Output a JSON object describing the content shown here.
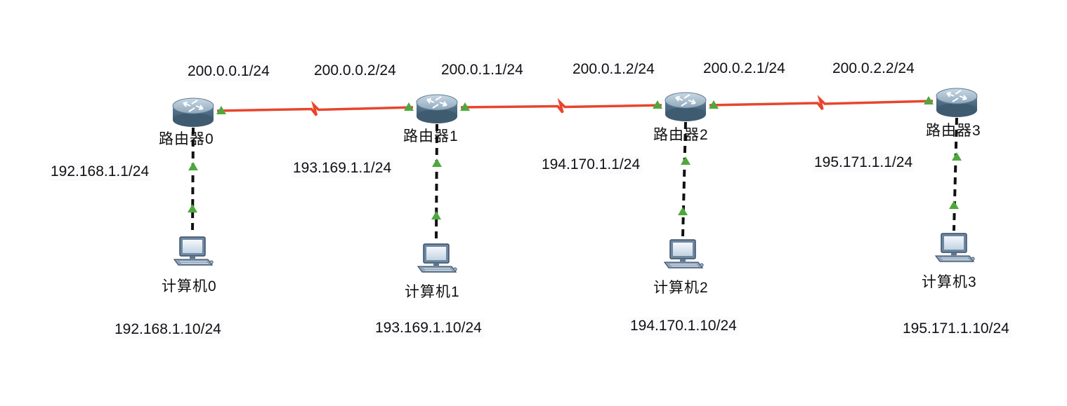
{
  "colors": {
    "serial_link": "#e8452c",
    "ethernet_link": "#111111",
    "port_up": "#4ea83c",
    "router_body": "#6f8fa6",
    "pc_body": "#7b93ad"
  },
  "routers": [
    {
      "name": "路由器0",
      "icon": "router-icon"
    },
    {
      "name": "路由器1",
      "icon": "router-icon"
    },
    {
      "name": "路由器2",
      "icon": "router-icon"
    },
    {
      "name": "路由器3",
      "icon": "router-icon"
    }
  ],
  "pcs": [
    {
      "name": "计算机0",
      "icon": "pc-icon",
      "ip": "192.168.1.10/24"
    },
    {
      "name": "计算机1",
      "icon": "pc-icon",
      "ip": "193.169.1.10/24"
    },
    {
      "name": "计算机2",
      "icon": "pc-icon",
      "ip": "194.170.1.10/24"
    },
    {
      "name": "计算机3",
      "icon": "pc-icon",
      "ip": "195.171.1.10/24"
    }
  ],
  "serial_links": [
    {
      "from": "路由器0",
      "to": "路由器1",
      "ip_a": "200.0.0.1/24",
      "ip_b": "200.0.0.2/24"
    },
    {
      "from": "路由器1",
      "to": "路由器2",
      "ip_a": "200.0.1.1/24",
      "ip_b": "200.0.1.2/24"
    },
    {
      "from": "路由器2",
      "to": "路由器3",
      "ip_a": "200.0.2.1/24",
      "ip_b": "200.0.2.2/24"
    }
  ],
  "lan_links": [
    {
      "router": "路由器0",
      "pc": "计算机0",
      "gateway_ip": "192.168.1.1/24"
    },
    {
      "router": "路由器1",
      "pc": "计算机1",
      "gateway_ip": "193.169.1.1/24"
    },
    {
      "router": "路由器2",
      "pc": "计算机2",
      "gateway_ip": "194.170.1.1/24"
    },
    {
      "router": "路由器3",
      "pc": "计算机3",
      "gateway_ip": "195.171.1.1/24"
    }
  ]
}
